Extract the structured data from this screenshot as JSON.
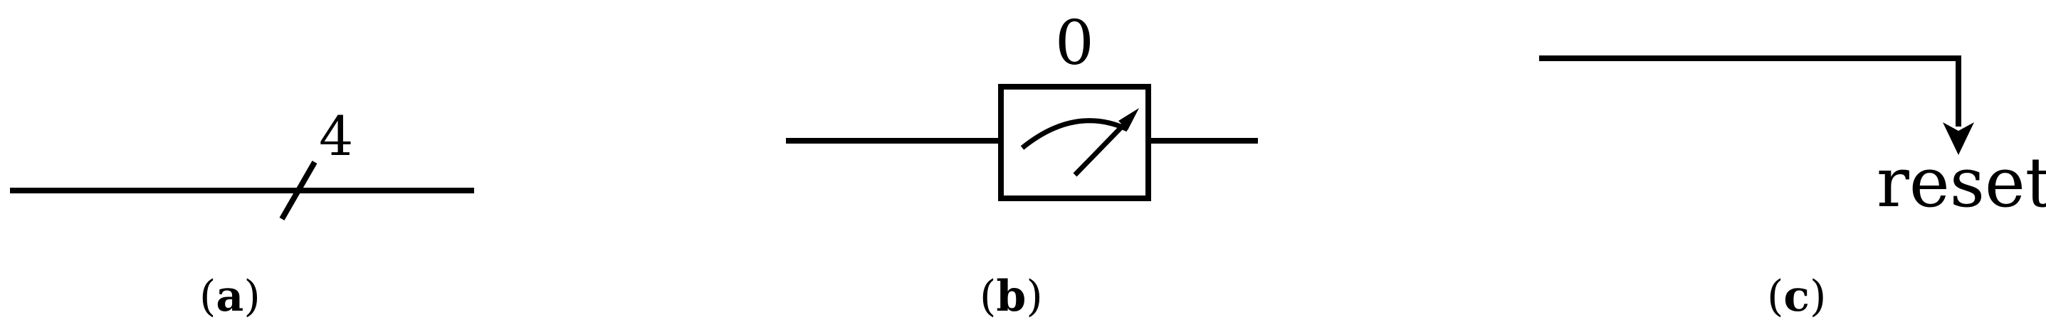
{
  "panels": {
    "a": {
      "bus_width_label": "4",
      "caption_open": "(",
      "caption_letter": "a",
      "caption_close": ")"
    },
    "b": {
      "meter_value_label": "0",
      "caption_open": "(",
      "caption_letter": "b",
      "caption_close": ")"
    },
    "c": {
      "signal_label": "reset",
      "caption_open": "(",
      "caption_letter": "c",
      "caption_close": ")"
    }
  }
}
